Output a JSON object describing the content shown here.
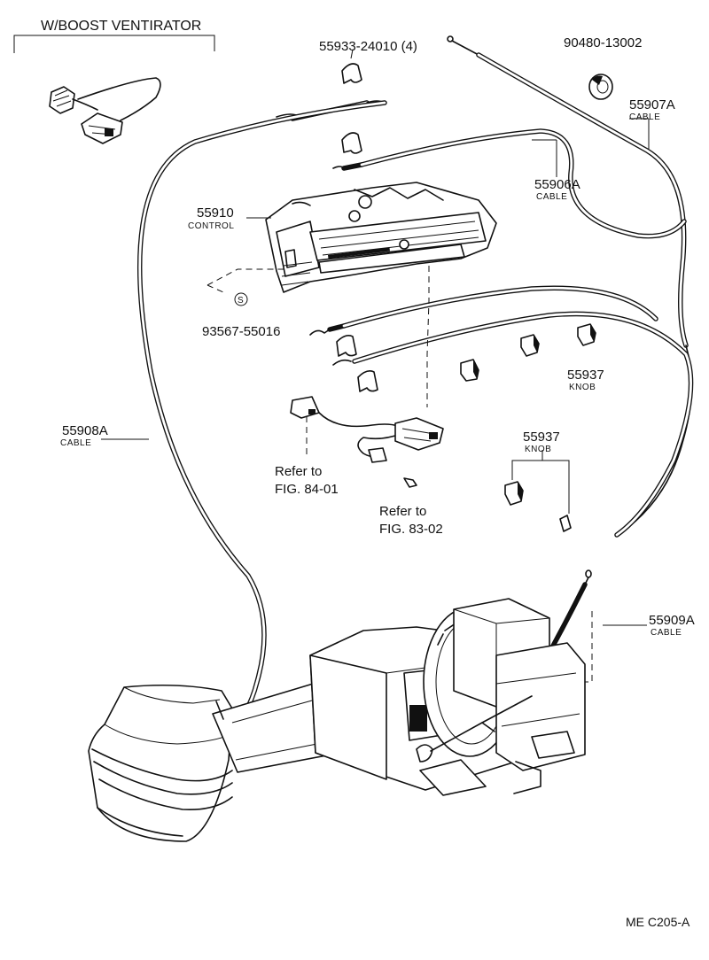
{
  "header": {
    "title": "W/BOOST  VENTIRATOR"
  },
  "parts": {
    "clamp": {
      "number": "55933-24010 (4)"
    },
    "grommet": {
      "number": "90480-13002"
    },
    "cable_a": {
      "number": "55907A",
      "name": "CABLE"
    },
    "cable_b": {
      "number": "55906A",
      "name": "CABLE"
    },
    "control": {
      "number": "55910",
      "name": "CONTROL"
    },
    "screw": {
      "number": "93567-55016",
      "symbol": "S"
    },
    "knob_upper": {
      "number": "55937",
      "name": "KNOB"
    },
    "knob_lower": {
      "number": "55937",
      "name": "KNOB"
    },
    "cable_c": {
      "number": "55908A",
      "name": "CABLE"
    },
    "cable_d": {
      "number": "55909A",
      "name": "CABLE"
    }
  },
  "refs": {
    "fig_84": {
      "line1": "Refer to",
      "line2": "FIG. 84-01"
    },
    "fig_83": {
      "line1": "Refer to",
      "line2": "FIG. 83-02"
    }
  },
  "footer": {
    "code": "ME  C205-A"
  }
}
